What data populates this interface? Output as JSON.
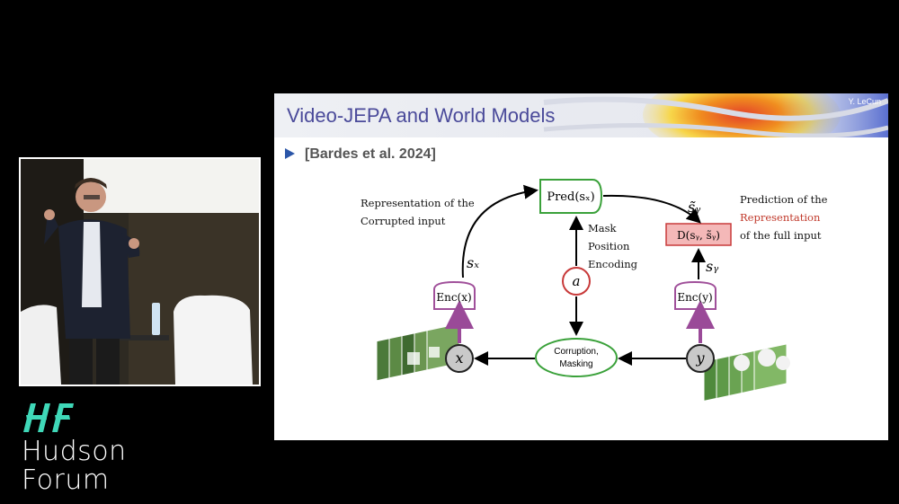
{
  "brand": {
    "name_line1": "Hudson",
    "name_line2": "Forum",
    "color": "#3fd8b8"
  },
  "slide": {
    "title": "Video-JEPA and World Models",
    "author": "Y. LeCun",
    "citation": "[Bardes et al. 2024]",
    "annotations": {
      "left_line1": "Representation of the",
      "left_line2": "Corrupted input",
      "right_line1": "Prediction of the",
      "right_highlight": "Representation",
      "right_line3": "of the full input",
      "mask_line1": "Mask",
      "mask_line2": "Position",
      "mask_line3": "Encoding"
    },
    "nodes": {
      "pred": "Pred(sₓ)",
      "enc_x": "Enc(x)",
      "enc_y": "Enc(y)",
      "distance": "D(sᵧ, s̃ᵧ)",
      "corrupt_line1": "Corruption,",
      "corrupt_line2": "Masking",
      "a": "a",
      "x": "x",
      "y": "y",
      "sx": "sₓ",
      "sy": "sᵧ",
      "sy_tilde": "s̃ᵧ"
    },
    "colors": {
      "title": "#4a4a9a",
      "pred_border": "#3aa13a",
      "enc_border": "#a0509a",
      "d_fill": "#f4b8b8",
      "d_border": "#c83a3a",
      "highlight": "#c0392b"
    }
  }
}
